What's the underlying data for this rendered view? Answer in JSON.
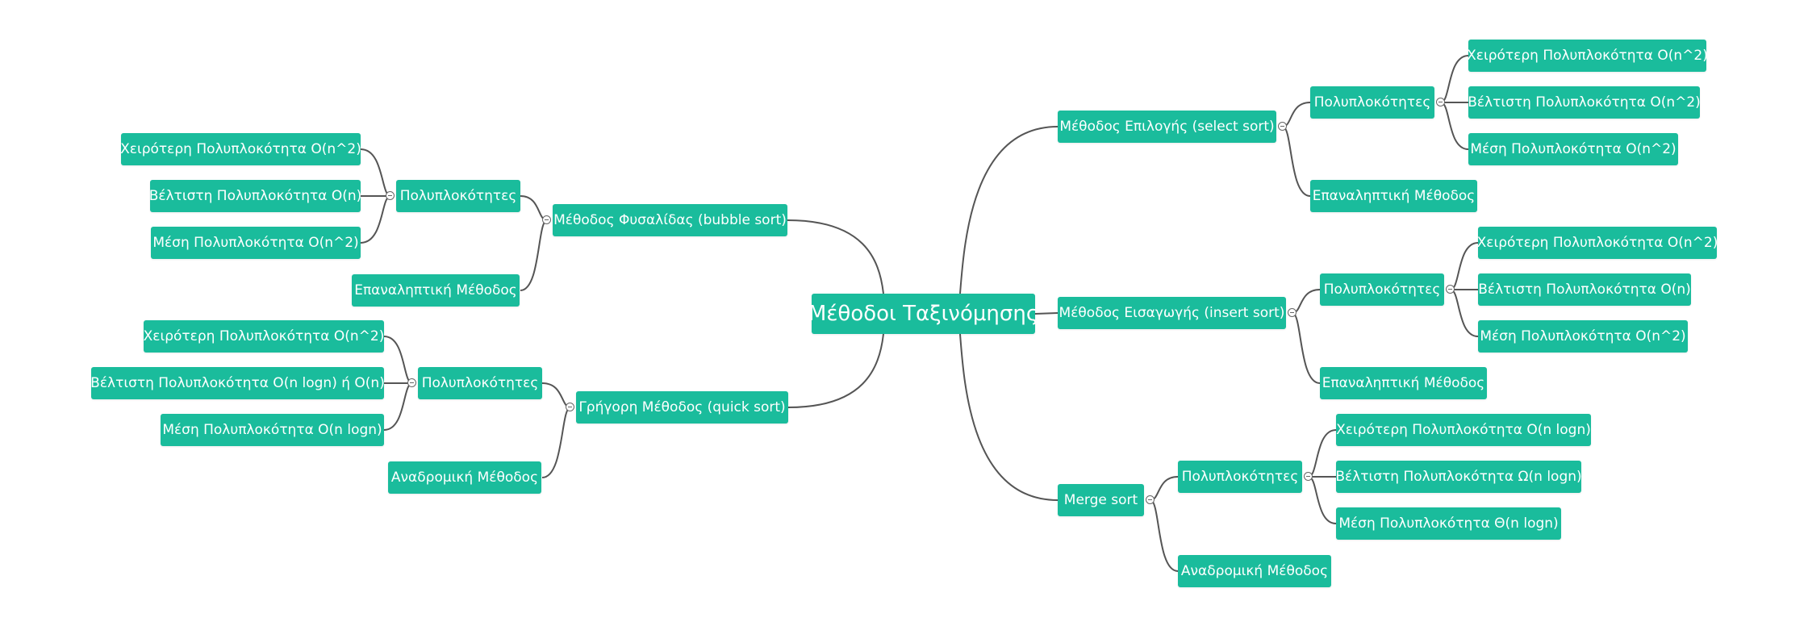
{
  "mindmap": {
    "root": "Μέθοδοι Ταξινόμησης",
    "bubble": {
      "label": "Μέθοδος Φυσαλίδας (bubble sort)",
      "complexities": "Πολυπλοκότητες",
      "worst": "Χειρότερη Πολυπλοκότητα O(n^2)",
      "best": "Βέλτιστη Πολυπλοκότητα O(n)",
      "avg": "Μέση Πολυπλοκότητα O(n^2)",
      "method": "Επαναληπτική Μέθοδος"
    },
    "quick": {
      "label": "Γρήγορη Μέθοδος (quick sort)",
      "complexities": "Πολυπλοκότητες",
      "worst": "Χειρότερη Πολυπλοκότητα O(n^2)",
      "best": "Βέλτιστη Πολυπλοκότητα O(n logn) ή O(n)",
      "avg": "Μέση Πολυπλοκότητα O(n logn)",
      "method": "Αναδρομική Μέθοδος"
    },
    "select": {
      "label": "Μέθοδος Επιλογής (select sort)",
      "complexities": "Πολυπλοκότητες",
      "worst": "Χειρότερη Πολυπλοκότητα O(n^2)",
      "best": "Βέλτιστη Πολυπλοκότητα O(n^2)",
      "avg": "Μέση Πολυπλοκότητα O(n^2)",
      "method": "Επαναληπτική Μέθοδος"
    },
    "insert": {
      "label": "Μέθοδος Εισαγωγής (insert sort)",
      "complexities": "Πολυπλοκότητες",
      "worst": "Χειρότερη Πολυπλοκότητα O(n^2)",
      "best": "Βέλτιστη Πολυπλοκότητα O(n)",
      "avg": "Μέση Πολυπλοκότητα O(n^2)",
      "method": "Επαναληπτική Μέθοδος"
    },
    "merge": {
      "label": "Merge sort",
      "complexities": "Πολυπλοκότητες",
      "worst": "Χειρότερη Πολυπλοκότητα O(n logn)",
      "best": "Βέλτιστη Πολυπλοκότητα Ω(n logn)",
      "avg": "Μέση Πολυπλοκότητα Θ(n logn)",
      "method": "Αναδρομική Μέθοδος"
    },
    "colors": {
      "node": "#1abc9c",
      "link": "#555555",
      "text": "#ffffff"
    }
  }
}
